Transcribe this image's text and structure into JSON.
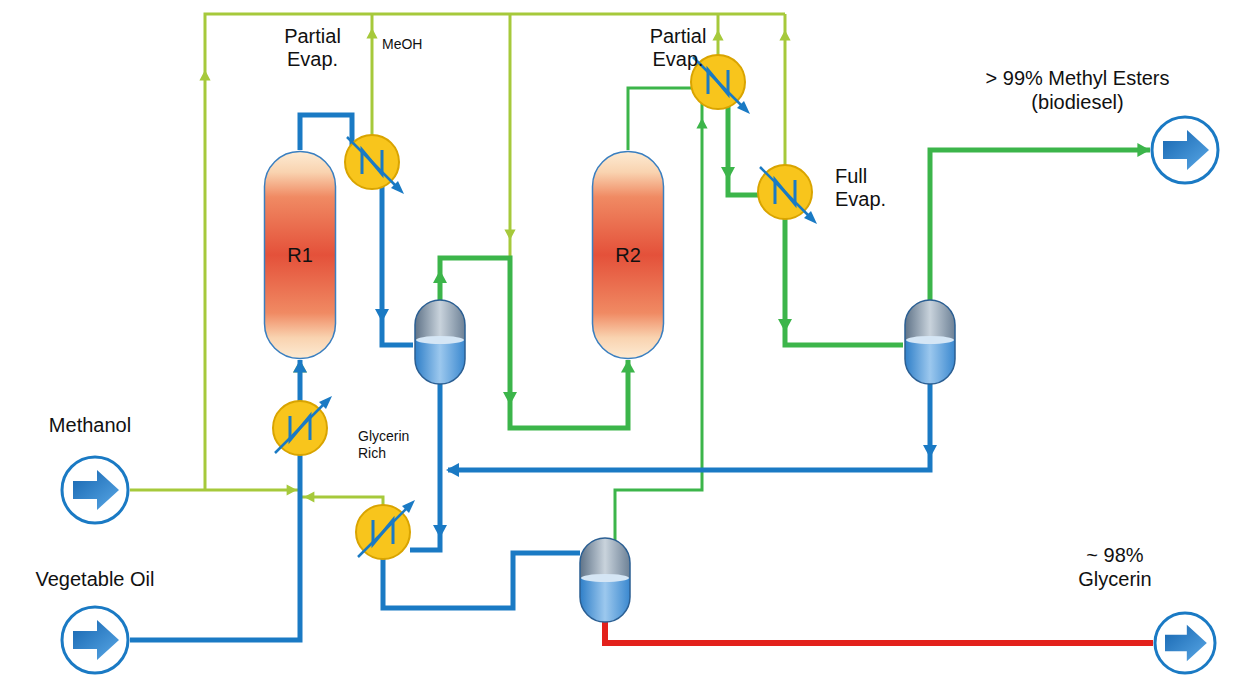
{
  "diagram": {
    "nodes": [
      {
        "text": [
          "Methanol"
        ]
      },
      {
        "text": [
          "Vegetable Oil"
        ]
      },
      {
        "text": [
          "R1"
        ]
      },
      {
        "text": [
          "R2"
        ]
      },
      {
        "text": [
          "> 99% Methyl Esters (biodiesel)"
        ]
      },
      {
        "text": [
          "~ 98% Glycerin"
        ]
      }
    ],
    "edges": [
      {
        "from": 0,
        "to": 2,
        "arrow": "to"
      },
      {
        "from": 1,
        "to": 2,
        "arrow": "to"
      },
      {
        "from": 2,
        "to": 3,
        "arrow": "to"
      },
      {
        "from": 3,
        "to": 4,
        "arrow": "to"
      }
    ],
    "labels": [
      "Partial Evap.",
      "MeOH",
      "Partial Evap.",
      "Full Evap.",
      "Glycerin Rich"
    ]
  }
}
